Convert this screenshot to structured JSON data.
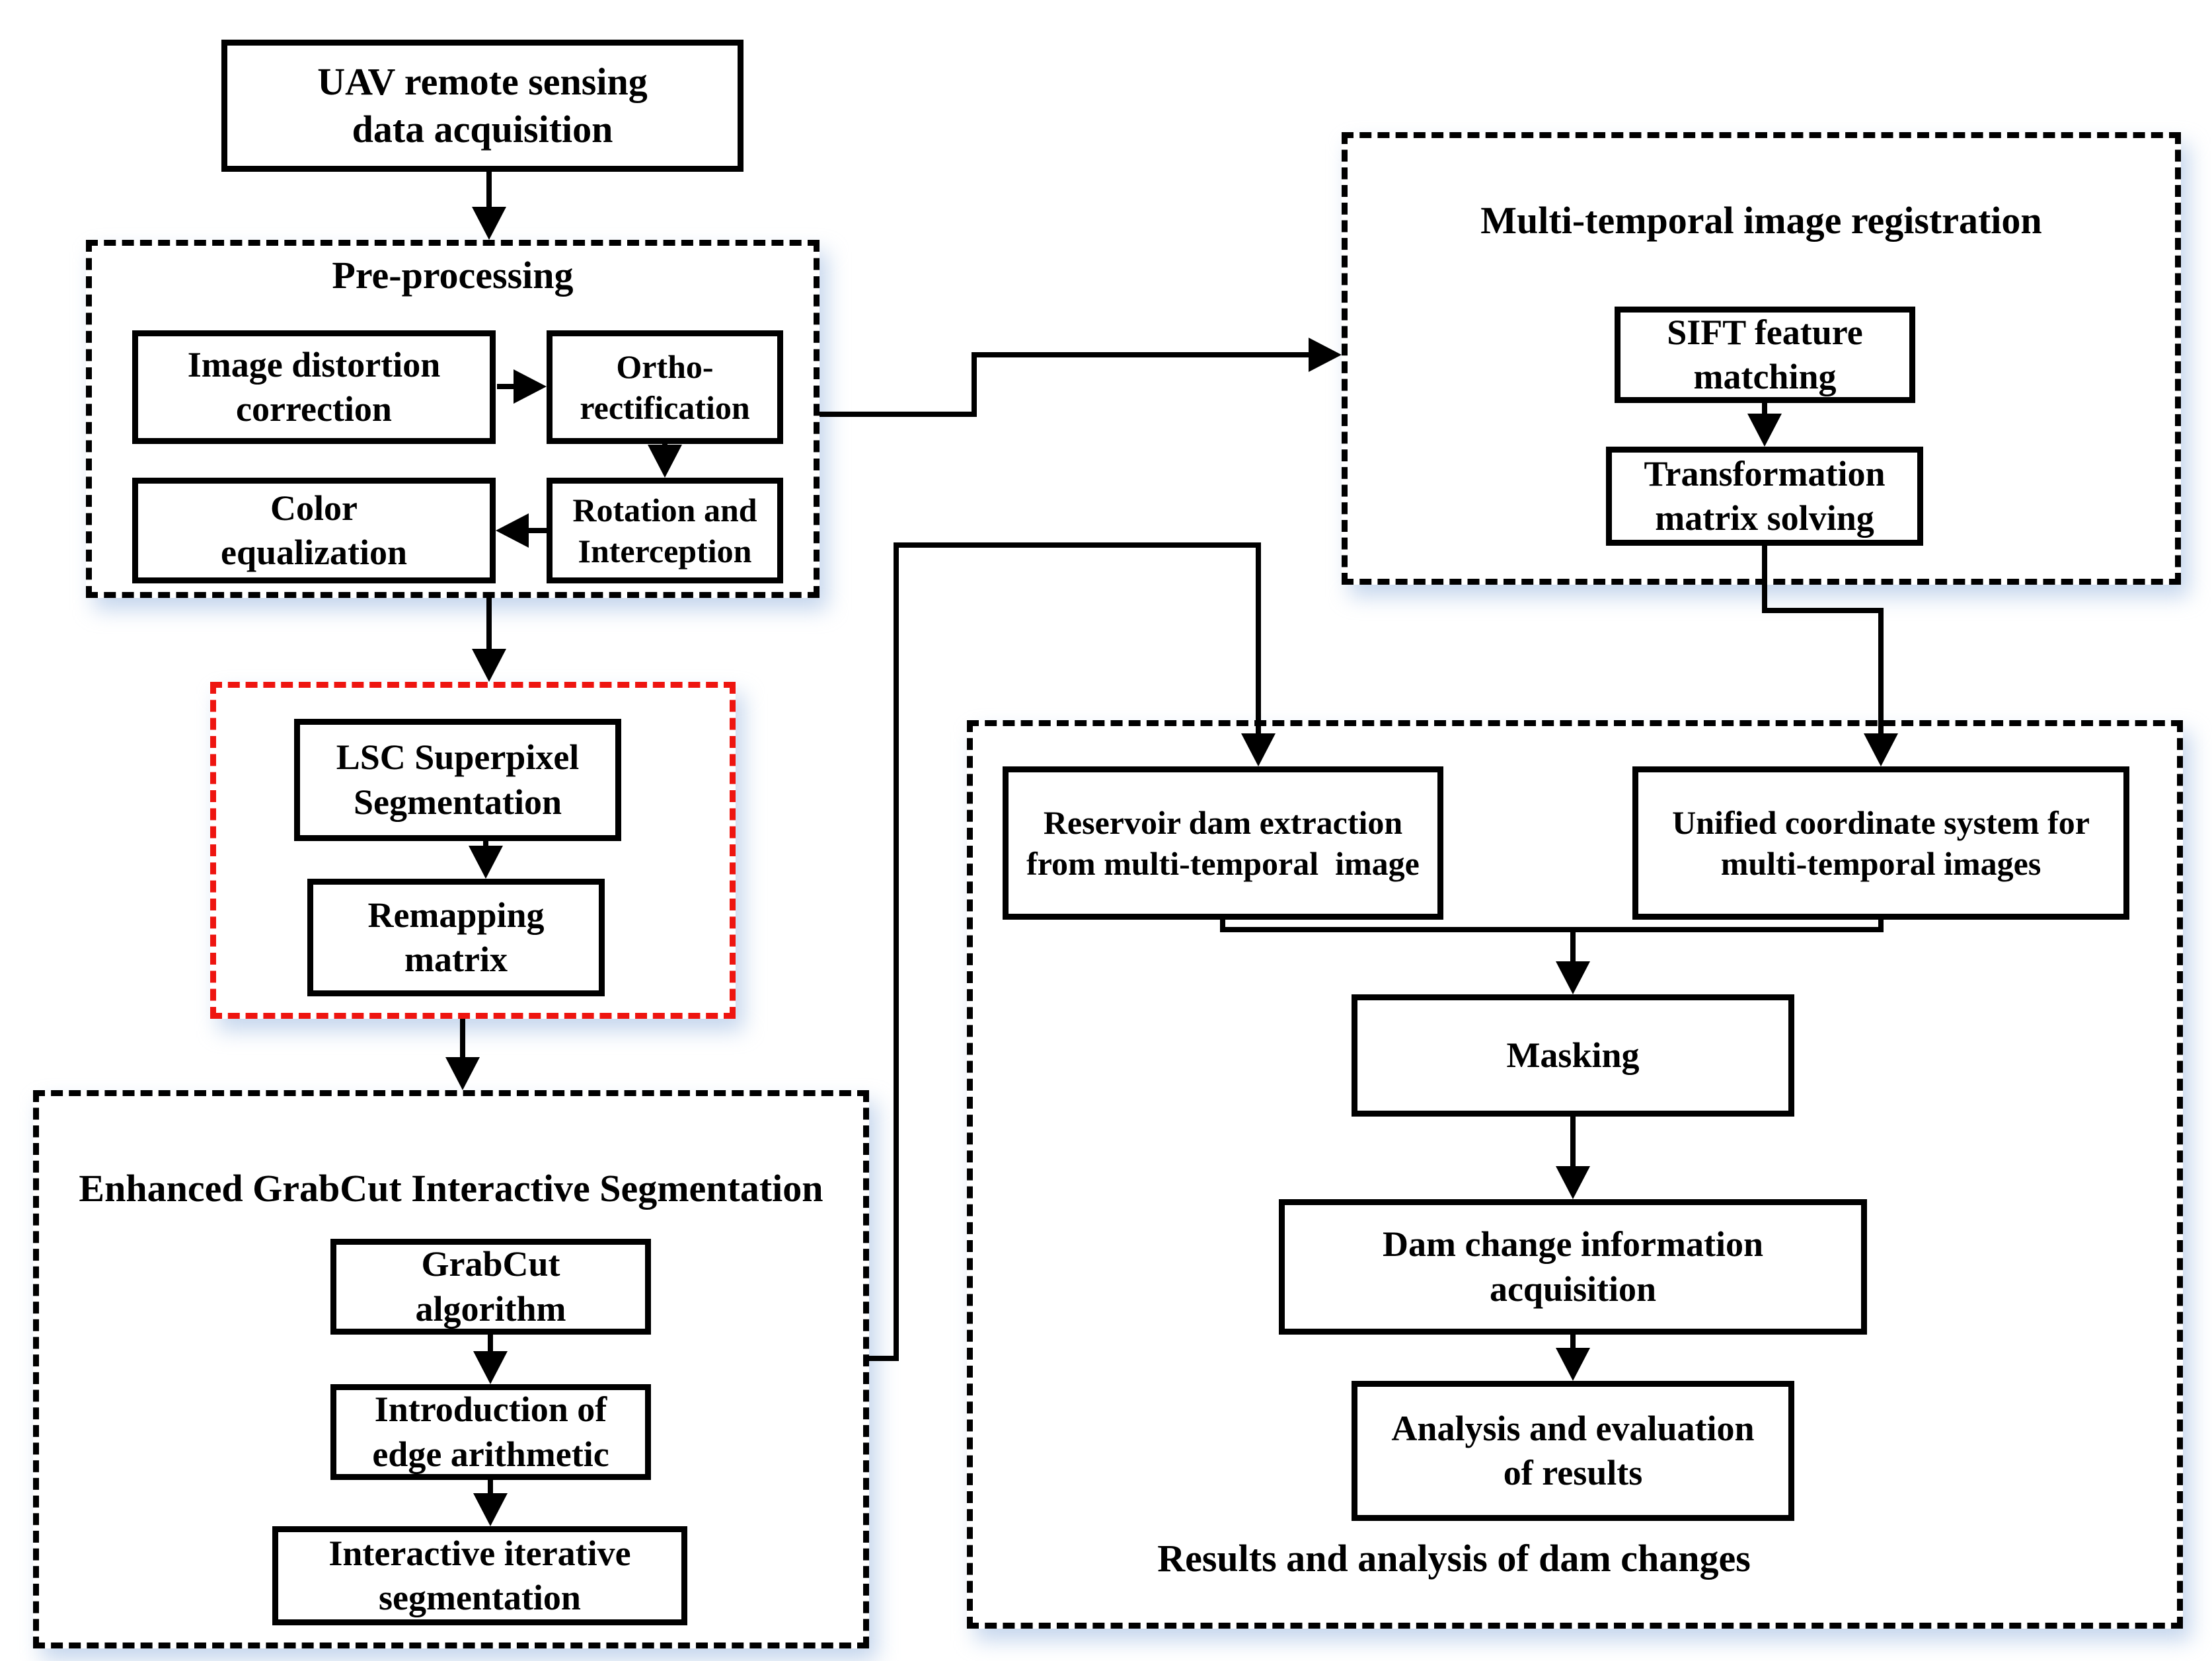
{
  "figure": {
    "background": "#ffffff",
    "line_color": "#000000",
    "red_dash_color": "#ee1510",
    "shadow_color": "#96b5de"
  },
  "nodes": {
    "uav": "UAV remote sensing\ndata acquisition",
    "image_distortion": "Image distortion\ncorrection",
    "ortho_rectification": "Ortho-\nrectification",
    "color_equalization": "Color\nequalization",
    "rotation_interception": "Rotation and\nInterception",
    "lsc_superpixel": "LSC Superpixel\nSegmentation",
    "remapping_matrix": "Remapping\nmatrix",
    "grabcut_algorithm": "GrabCut\nalgorithm",
    "edge_arithmetic": "Introduction of\nedge arithmetic",
    "interactive_iterative": "Interactive iterative\nsegmentation",
    "sift_matching": "SIFT feature\nmatching",
    "transformation_solving": "Transformation\nmatrix solving",
    "reservoir_extraction": "Reservoir dam extraction\nfrom multi-temporal  image",
    "unified_coordinates": "Unified coordinate system for\nmulti-temporal images",
    "masking": "Masking",
    "dam_change_info": "Dam change information\nacquisition",
    "analysis_evaluation": "Analysis and evaluation\nof results"
  },
  "containers": {
    "preprocessing_title": "Pre-processing",
    "grabcut_title": "Enhanced GrabCut Interactive Segmentation",
    "registration_title": "Multi-temporal image registration",
    "results_title": "Results and analysis of dam changes"
  }
}
